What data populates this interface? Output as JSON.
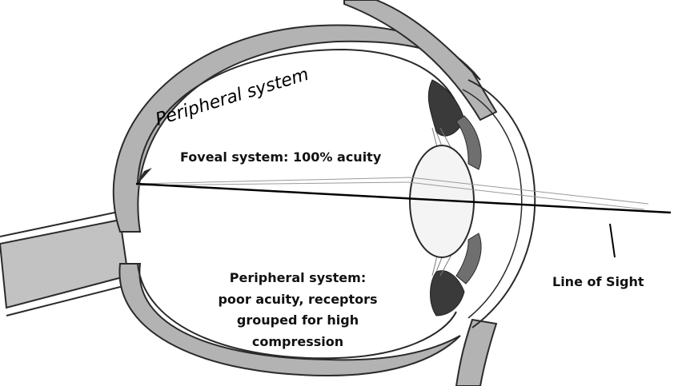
{
  "labels": {
    "peripheral_arc": "Peripheral system",
    "foveal": "Foveal system: 100% acuity",
    "peripheral_desc": [
      "Peripheral system:",
      "poor acuity, receptors",
      "grouped for high",
      "compression"
    ],
    "line_of_sight": "Line of Sight"
  },
  "colors": {
    "outer_wall": "#b3b3b3",
    "wall_stroke": "#2a2a2a",
    "nerve": "#c2c2c2",
    "lens": "#f4f4f4",
    "iris": "#6f6f6f",
    "ciliary": "#3a3a3a",
    "sight_line": "#000000"
  }
}
